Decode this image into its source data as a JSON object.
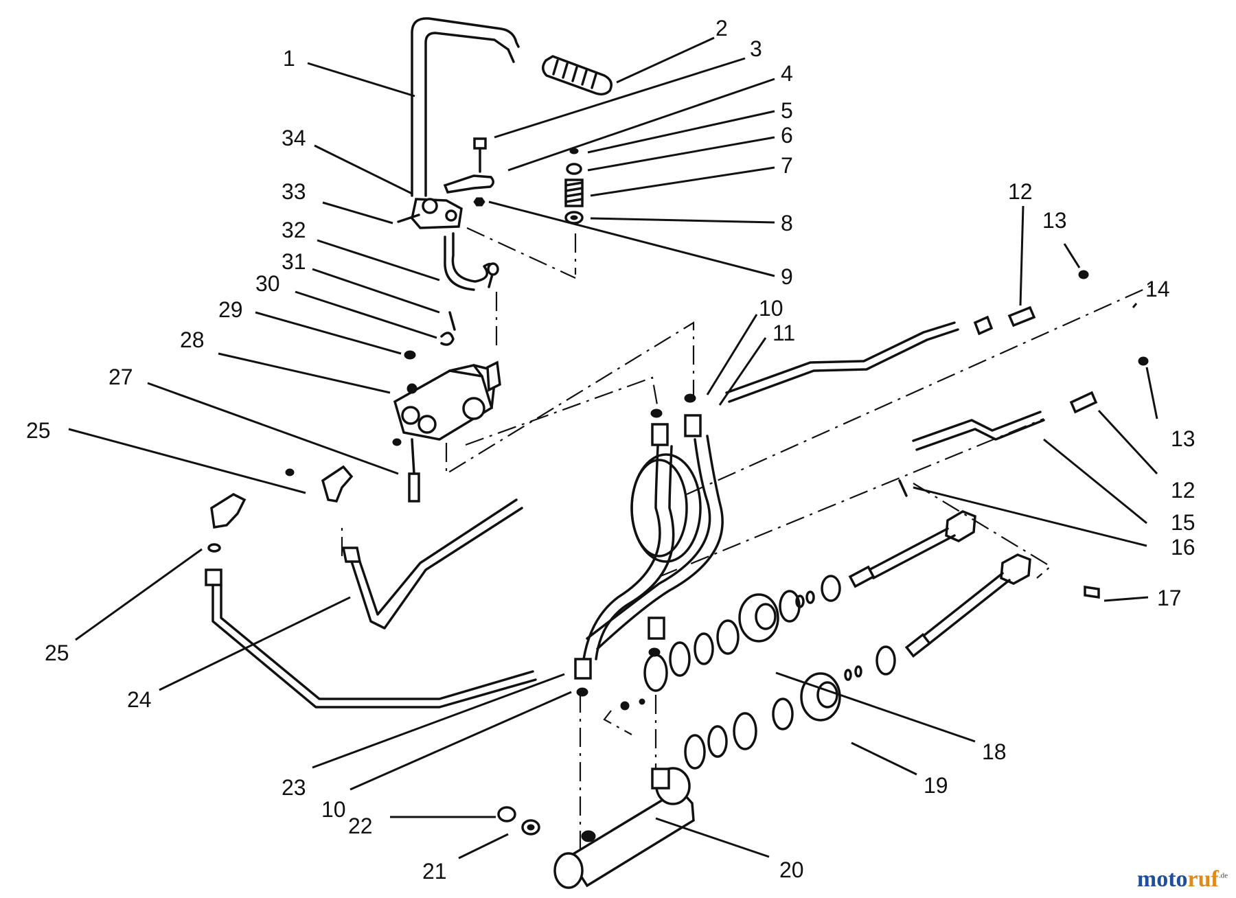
{
  "callouts": [
    {
      "id": "c1",
      "label": "1"
    },
    {
      "id": "c2",
      "label": "2"
    },
    {
      "id": "c3",
      "label": "3"
    },
    {
      "id": "c4",
      "label": "4"
    },
    {
      "id": "c5",
      "label": "5"
    },
    {
      "id": "c6",
      "label": "6"
    },
    {
      "id": "c7",
      "label": "7"
    },
    {
      "id": "c8",
      "label": "8"
    },
    {
      "id": "c9",
      "label": "9"
    },
    {
      "id": "c10a",
      "label": "10"
    },
    {
      "id": "c11",
      "label": "11"
    },
    {
      "id": "c12a",
      "label": "12"
    },
    {
      "id": "c13a",
      "label": "13"
    },
    {
      "id": "c14",
      "label": "14"
    },
    {
      "id": "c13b",
      "label": "13"
    },
    {
      "id": "c12b",
      "label": "12"
    },
    {
      "id": "c15",
      "label": "15"
    },
    {
      "id": "c16",
      "label": "16"
    },
    {
      "id": "c17",
      "label": "17"
    },
    {
      "id": "c18",
      "label": "18"
    },
    {
      "id": "c19",
      "label": "19"
    },
    {
      "id": "c20",
      "label": "20"
    },
    {
      "id": "c21",
      "label": "21"
    },
    {
      "id": "c22",
      "label": "22"
    },
    {
      "id": "c10b",
      "label": "10"
    },
    {
      "id": "c23",
      "label": "23"
    },
    {
      "id": "c24",
      "label": "24"
    },
    {
      "id": "c25a",
      "label": "25"
    },
    {
      "id": "c25b",
      "label": "25"
    },
    {
      "id": "c27",
      "label": "27"
    },
    {
      "id": "c28",
      "label": "28"
    },
    {
      "id": "c29",
      "label": "29"
    },
    {
      "id": "c30",
      "label": "30"
    },
    {
      "id": "c31",
      "label": "31"
    },
    {
      "id": "c32",
      "label": "32"
    },
    {
      "id": "c33",
      "label": "33"
    },
    {
      "id": "c34",
      "label": "34"
    }
  ],
  "watermark": {
    "part1": "moto",
    "part2": "ruf",
    "suffix": ".de"
  }
}
